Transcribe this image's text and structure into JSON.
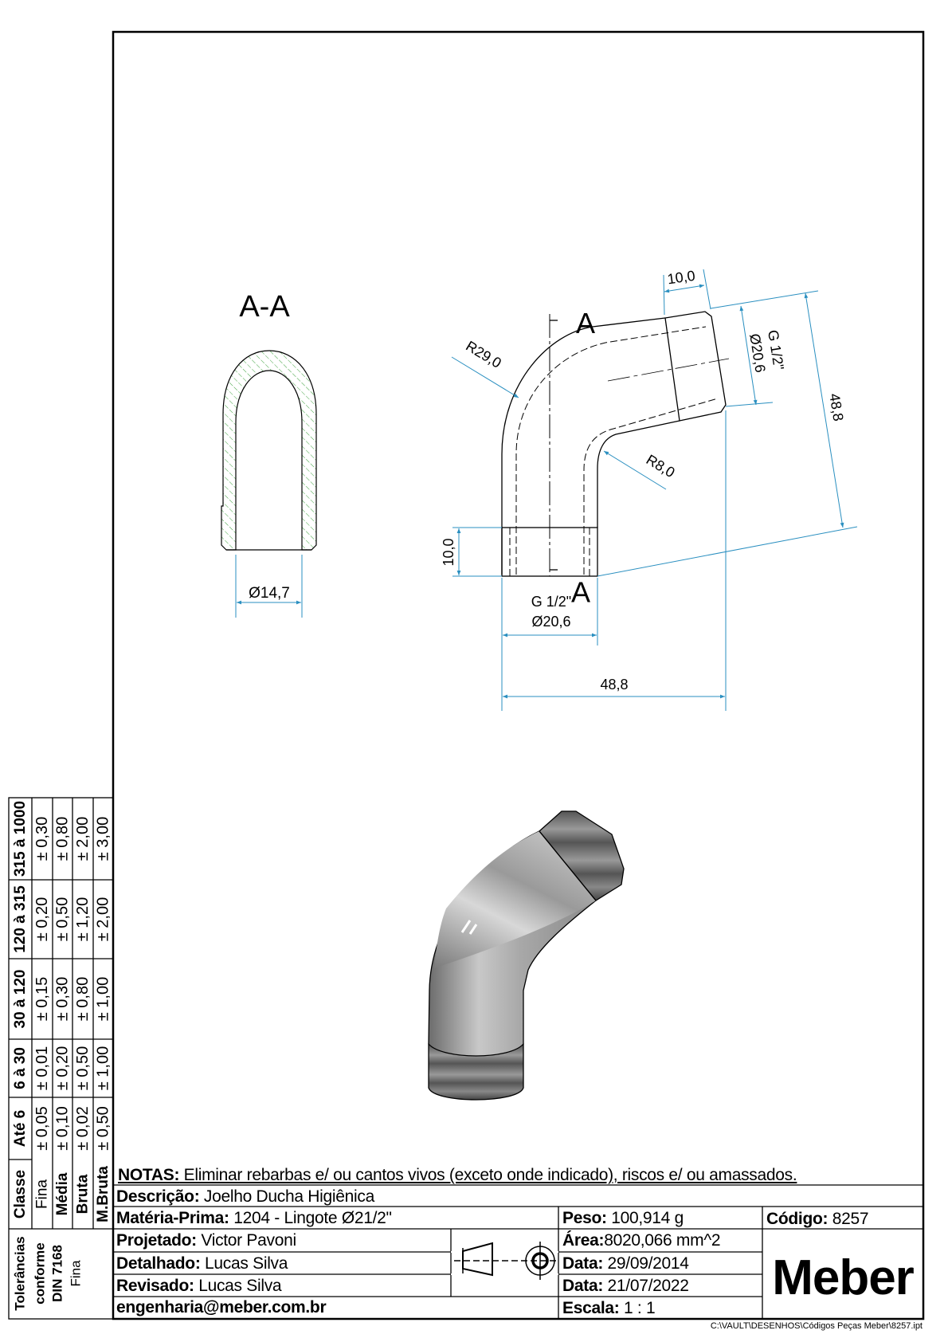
{
  "views": {
    "section_label": "A-A",
    "section_mark_top": "A",
    "section_mark_bottom": "A",
    "dims": {
      "section_diameter": "Ø14,7",
      "thread_length_top": "10,0",
      "thread_right_line1": "G 1/2\"",
      "thread_right_line2": "Ø20,6",
      "height_right": "48,8",
      "radius_outer": "R29,0",
      "radius_inner": "R8,0",
      "thread_length_bottom": "10,0",
      "thread_bottom_line1": "G 1/2\"",
      "thread_bottom_line2": "Ø20,6",
      "width_bottom": "48,8"
    }
  },
  "tolerance_table": {
    "header": [
      "Classe",
      "Até 6",
      "6 à 30",
      "30 à 120",
      "120 à 315",
      "315 à 1000"
    ],
    "rows": [
      {
        "class": "Fina",
        "values": [
          "± 0,05",
          "± 0,01",
          "± 0,15",
          "± 0,20",
          "± 0,30"
        ]
      },
      {
        "class": "Média",
        "values": [
          "± 0,10",
          "± 0,20",
          "± 0,30",
          "± 0,50",
          "± 0,80"
        ]
      },
      {
        "class": "Bruta",
        "values": [
          "± 0,02",
          "± 0,50",
          "± 0,80",
          "± 1,20",
          "± 2,00"
        ]
      },
      {
        "class": "M.Bruta",
        "values": [
          "± 0,50",
          "± 1,00",
          "± 1,00",
          "± 2,00",
          "± 3,00"
        ]
      }
    ],
    "note_lines": [
      "Tolerâncias",
      "conforme",
      "DIN 7168",
      "Fina"
    ]
  },
  "title_block": {
    "notes_label": "NOTAS:",
    "notes_text": " Eliminar rebarbas e/ ou cantos vivos (exceto onde indicado), riscos e/ ou amassados.",
    "description_label": "Descrição:",
    "description": " Joelho Ducha Higiênica",
    "material_label": "Matéria-Prima:",
    "material": " 1204 - Lingote Ø21/2\"",
    "weight_label": "Peso:",
    "weight": " 100,914 g",
    "code_label": "Código:",
    "code": " 8257",
    "designed_label": "Projetado:",
    "designed": " Victor Pavoni",
    "detailed_label": "Detalhado:",
    "detailed": " Lucas Silva",
    "revised_label": "Revisado:",
    "revised": " Lucas Silva",
    "email": "engenharia@meber.com.br",
    "area_label": "Área:",
    "area": "8020,066 mm^2",
    "date1_label": "Data:",
    "date1": " 29/09/2014",
    "date2_label": "Data:",
    "date2": " 21/07/2022",
    "scale_label": "Escala:",
    "scale": " 1 : 1",
    "logo": "Meber",
    "file_path": "C:\\VAULT\\DESENHOS\\Códigos Peças Meber\\8257.ipt"
  },
  "colors": {
    "dimension": "#2a8fc0",
    "hatch": "#2e9a2e",
    "line": "#000000"
  }
}
